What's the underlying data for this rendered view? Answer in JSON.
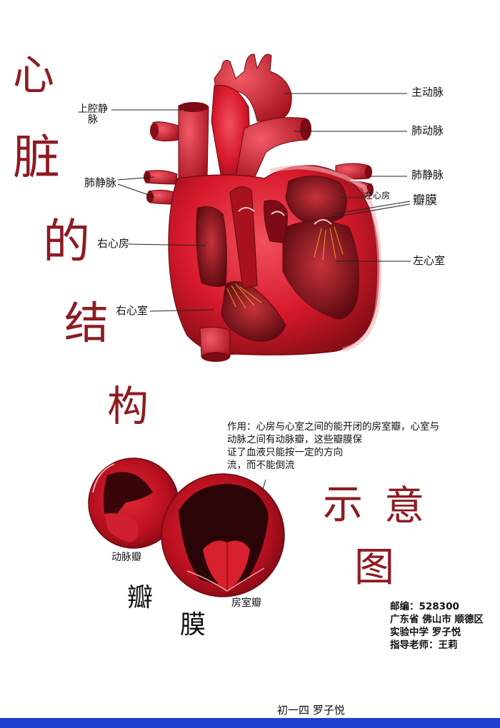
{
  "title_chars": [
    "心",
    "脏",
    "的",
    "结",
    "构"
  ],
  "subtitle_chars": [
    "示",
    "意",
    "图"
  ],
  "heart_labels": {
    "aorta": "主动脉",
    "pulmonary_artery": "肺动脉",
    "pulmonary_vein_right": "肺静脉",
    "left_atrium": "左心房",
    "valve": "瓣膜",
    "left_ventricle": "左心室",
    "superior_vena_cava": "上腔静脉",
    "pulmonary_vein_left": "肺静脉",
    "right_atrium": "右心房",
    "right_ventricle": "右心室"
  },
  "valve_section": {
    "note_lines": [
      "作用：心房与心室之间的能开闭的房室瓣，心室与",
      "动脉之间有动脉瓣，这些瓣膜保",
      "证了血液只能按一定的方向",
      "流，而不能倒流"
    ],
    "arterial_valve_label": "动脉瓣",
    "atrioventricular_valve_label": "房室瓣",
    "valve_big_chars": [
      "瓣",
      "膜"
    ]
  },
  "info_lines": [
    "邮编：528300",
    "广东省 佛山市 顺德区",
    "实验中学  罗子悦",
    "指导老师：王莉"
  ],
  "footer": "初一四  罗子悦",
  "colors": {
    "title": "#8e1b22",
    "heart_main": "#d7192b",
    "heart_dark": "#8a0e18",
    "heart_light": "#f06a73",
    "bottom_bar": "#1d3fcf"
  }
}
